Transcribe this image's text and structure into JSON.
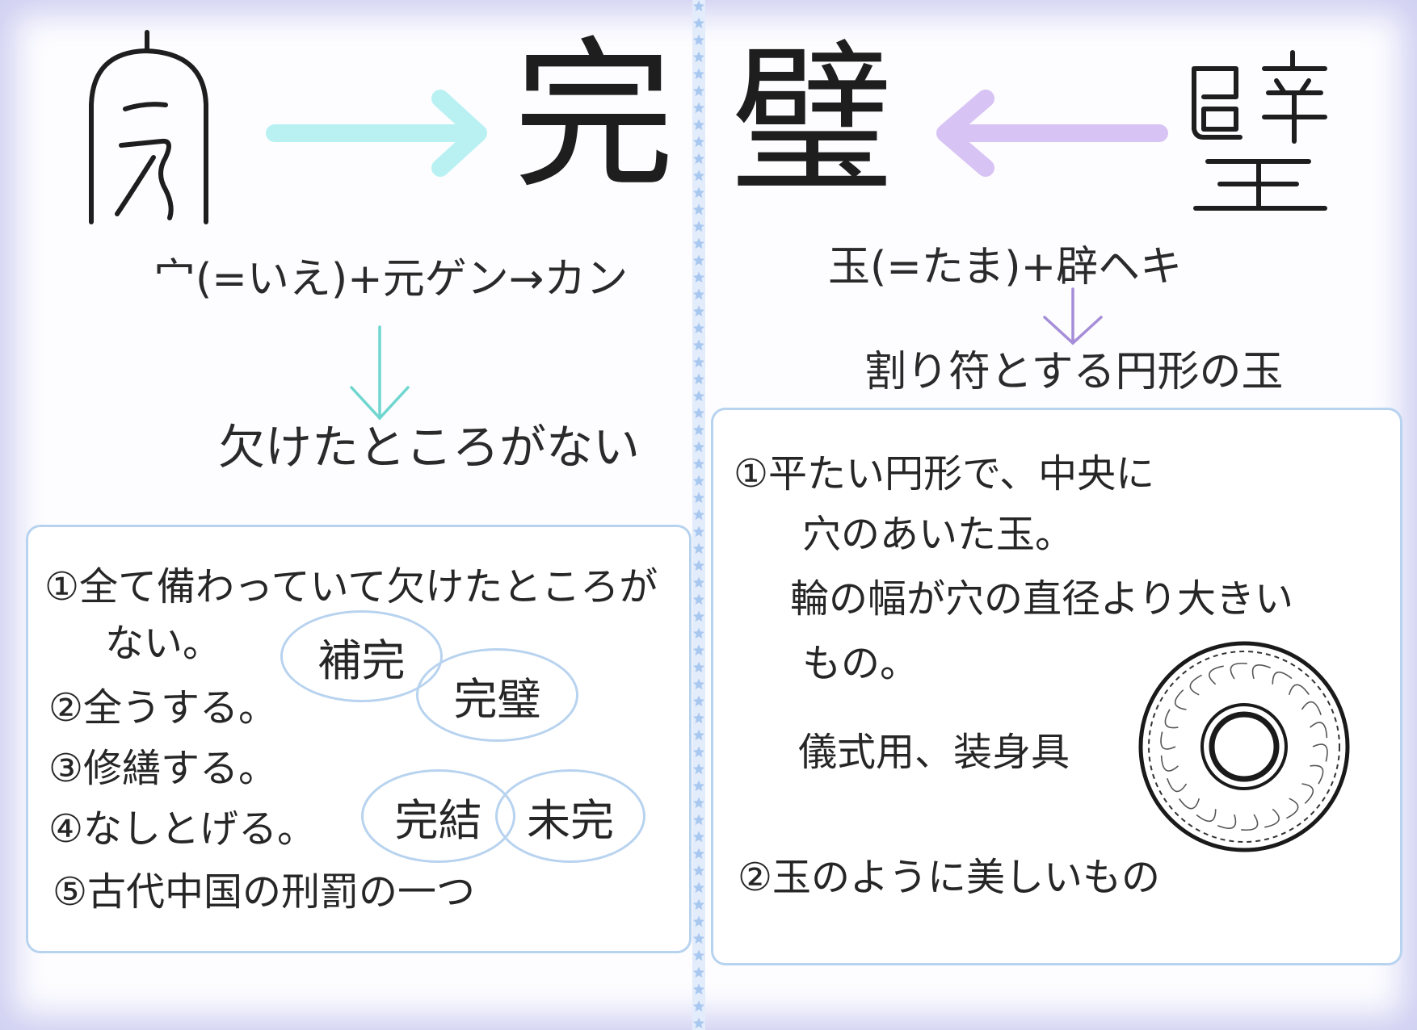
{
  "left": {
    "ancient_glyph_icon": "ancient-kan-seal-glyph-icon",
    "kanji": "完",
    "arrow_color": "#b9f1f3",
    "formation": "宀(=いえ)+元ゲン→カン",
    "down_arrow_color": "#6fd6cf",
    "meaning": "欠けたところがない",
    "items": [
      "①全て備わっていて欠けたところが",
      "ない。",
      "②全うする。",
      "③修繕する。",
      "④なしとげる。",
      "⑤古代中国の刑罰の一つ"
    ],
    "compounds": [
      "補完",
      "完璧",
      "完結",
      "未完"
    ]
  },
  "right": {
    "kanji": "璧",
    "ancient_glyph_icon": "ancient-heki-seal-glyph-icon",
    "arrow_color": "#d8c3f5",
    "formation": "玉(=たま)+辟ヘキ",
    "down_arrow_color": "#a58dd8",
    "meaning": "割り符とする円形の玉",
    "items": [
      "①平たい円形で、中央に",
      "穴のあいた玉。",
      "輪の幅が穴の直径より大きい",
      "もの。",
      "儀式用、装身具",
      "②玉のように美しいもの"
    ],
    "disc_icon": "jade-bi-disc-icon"
  },
  "colors": {
    "frame": "#cfcff2",
    "box_border": "#b8d3ef",
    "star_strip": "#a9c8f0"
  }
}
